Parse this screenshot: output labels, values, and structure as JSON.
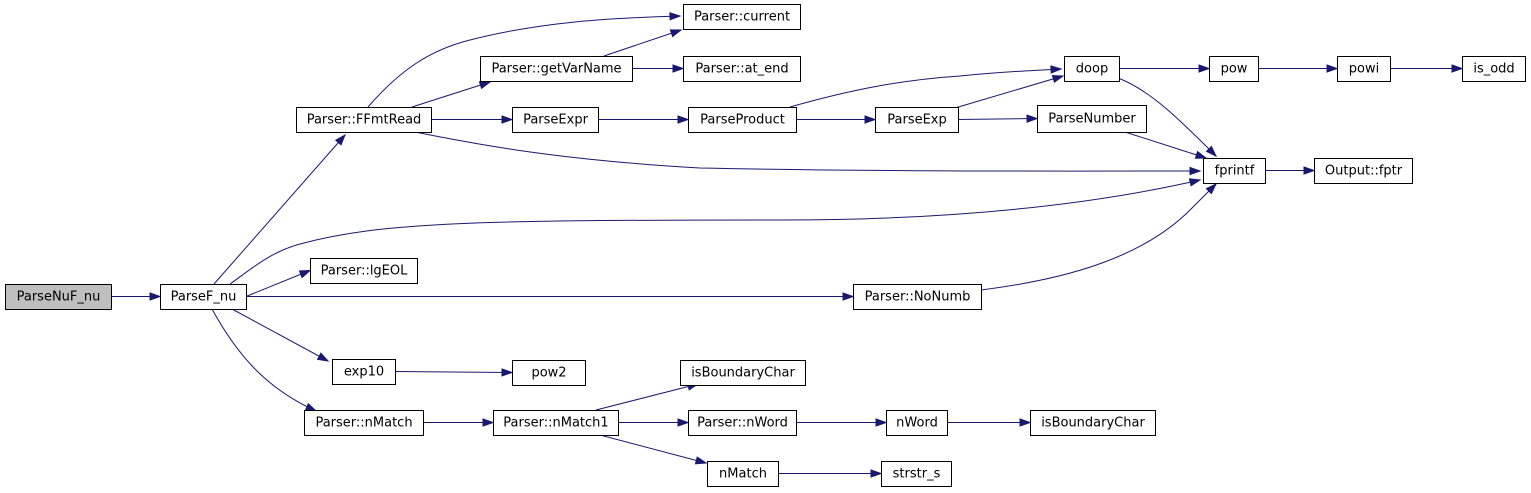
{
  "diagram": {
    "type": "call-graph",
    "edge_color": "#191970",
    "root_fill": "#bfbfbf",
    "nodes": [
      {
        "id": "ParseNuF_nu",
        "label": "ParseNuF_nu",
        "root": true
      },
      {
        "id": "ParseF_nu",
        "label": "ParseF_nu"
      },
      {
        "id": "FFmtRead",
        "label": "Parser::FFmtRead"
      },
      {
        "id": "lgEOL",
        "label": "Parser::lgEOL"
      },
      {
        "id": "NoNumb",
        "label": "Parser::NoNumb"
      },
      {
        "id": "exp10",
        "label": "exp10"
      },
      {
        "id": "nMatch_parser",
        "label": "Parser::nMatch"
      },
      {
        "id": "current",
        "label": "Parser::current"
      },
      {
        "id": "getVarName",
        "label": "Parser::getVarName"
      },
      {
        "id": "at_end",
        "label": "Parser::at_end"
      },
      {
        "id": "ParseExpr",
        "label": "ParseExpr"
      },
      {
        "id": "ParseProduct",
        "label": "ParseProduct"
      },
      {
        "id": "ParseExp",
        "label": "ParseExp"
      },
      {
        "id": "ParseNumber",
        "label": "ParseNumber"
      },
      {
        "id": "doop",
        "label": "doop"
      },
      {
        "id": "pow",
        "label": "pow"
      },
      {
        "id": "powi",
        "label": "powi"
      },
      {
        "id": "is_odd",
        "label": "is_odd"
      },
      {
        "id": "fprintf",
        "label": "fprintf"
      },
      {
        "id": "fptr",
        "label": "Output::fptr"
      },
      {
        "id": "pow2",
        "label": "pow2"
      },
      {
        "id": "nMatch1",
        "label": "Parser::nMatch1"
      },
      {
        "id": "isBoundaryChar1",
        "label": "isBoundaryChar"
      },
      {
        "id": "nWord_parser",
        "label": "Parser::nWord"
      },
      {
        "id": "nWord",
        "label": "nWord"
      },
      {
        "id": "isBoundaryChar2",
        "label": "isBoundaryChar"
      },
      {
        "id": "nMatch",
        "label": "nMatch"
      },
      {
        "id": "strstr_s",
        "label": "strstr_s"
      }
    ],
    "edges": [
      {
        "from": "ParseNuF_nu",
        "to": "ParseF_nu"
      },
      {
        "from": "ParseF_nu",
        "to": "FFmtRead"
      },
      {
        "from": "ParseF_nu",
        "to": "fprintf"
      },
      {
        "from": "ParseF_nu",
        "to": "lgEOL"
      },
      {
        "from": "ParseF_nu",
        "to": "NoNumb"
      },
      {
        "from": "ParseF_nu",
        "to": "exp10"
      },
      {
        "from": "ParseF_nu",
        "to": "nMatch_parser"
      },
      {
        "from": "FFmtRead",
        "to": "current"
      },
      {
        "from": "FFmtRead",
        "to": "getVarName"
      },
      {
        "from": "FFmtRead",
        "to": "ParseExpr"
      },
      {
        "from": "FFmtRead",
        "to": "fprintf"
      },
      {
        "from": "getVarName",
        "to": "current"
      },
      {
        "from": "getVarName",
        "to": "at_end"
      },
      {
        "from": "ParseExpr",
        "to": "ParseProduct"
      },
      {
        "from": "ParseProduct",
        "to": "doop"
      },
      {
        "from": "ParseProduct",
        "to": "ParseExp"
      },
      {
        "from": "ParseExp",
        "to": "doop"
      },
      {
        "from": "ParseExp",
        "to": "ParseNumber"
      },
      {
        "from": "ParseNumber",
        "to": "fprintf"
      },
      {
        "from": "doop",
        "to": "pow"
      },
      {
        "from": "doop",
        "to": "fprintf"
      },
      {
        "from": "pow",
        "to": "powi"
      },
      {
        "from": "powi",
        "to": "is_odd"
      },
      {
        "from": "fprintf",
        "to": "fptr"
      },
      {
        "from": "NoNumb",
        "to": "fprintf"
      },
      {
        "from": "exp10",
        "to": "pow2"
      },
      {
        "from": "nMatch_parser",
        "to": "nMatch1"
      },
      {
        "from": "nMatch1",
        "to": "isBoundaryChar1"
      },
      {
        "from": "nMatch1",
        "to": "nWord_parser"
      },
      {
        "from": "nMatch1",
        "to": "nMatch"
      },
      {
        "from": "nWord_parser",
        "to": "nWord"
      },
      {
        "from": "nWord",
        "to": "isBoundaryChar2"
      },
      {
        "from": "nMatch",
        "to": "strstr_s"
      }
    ]
  }
}
